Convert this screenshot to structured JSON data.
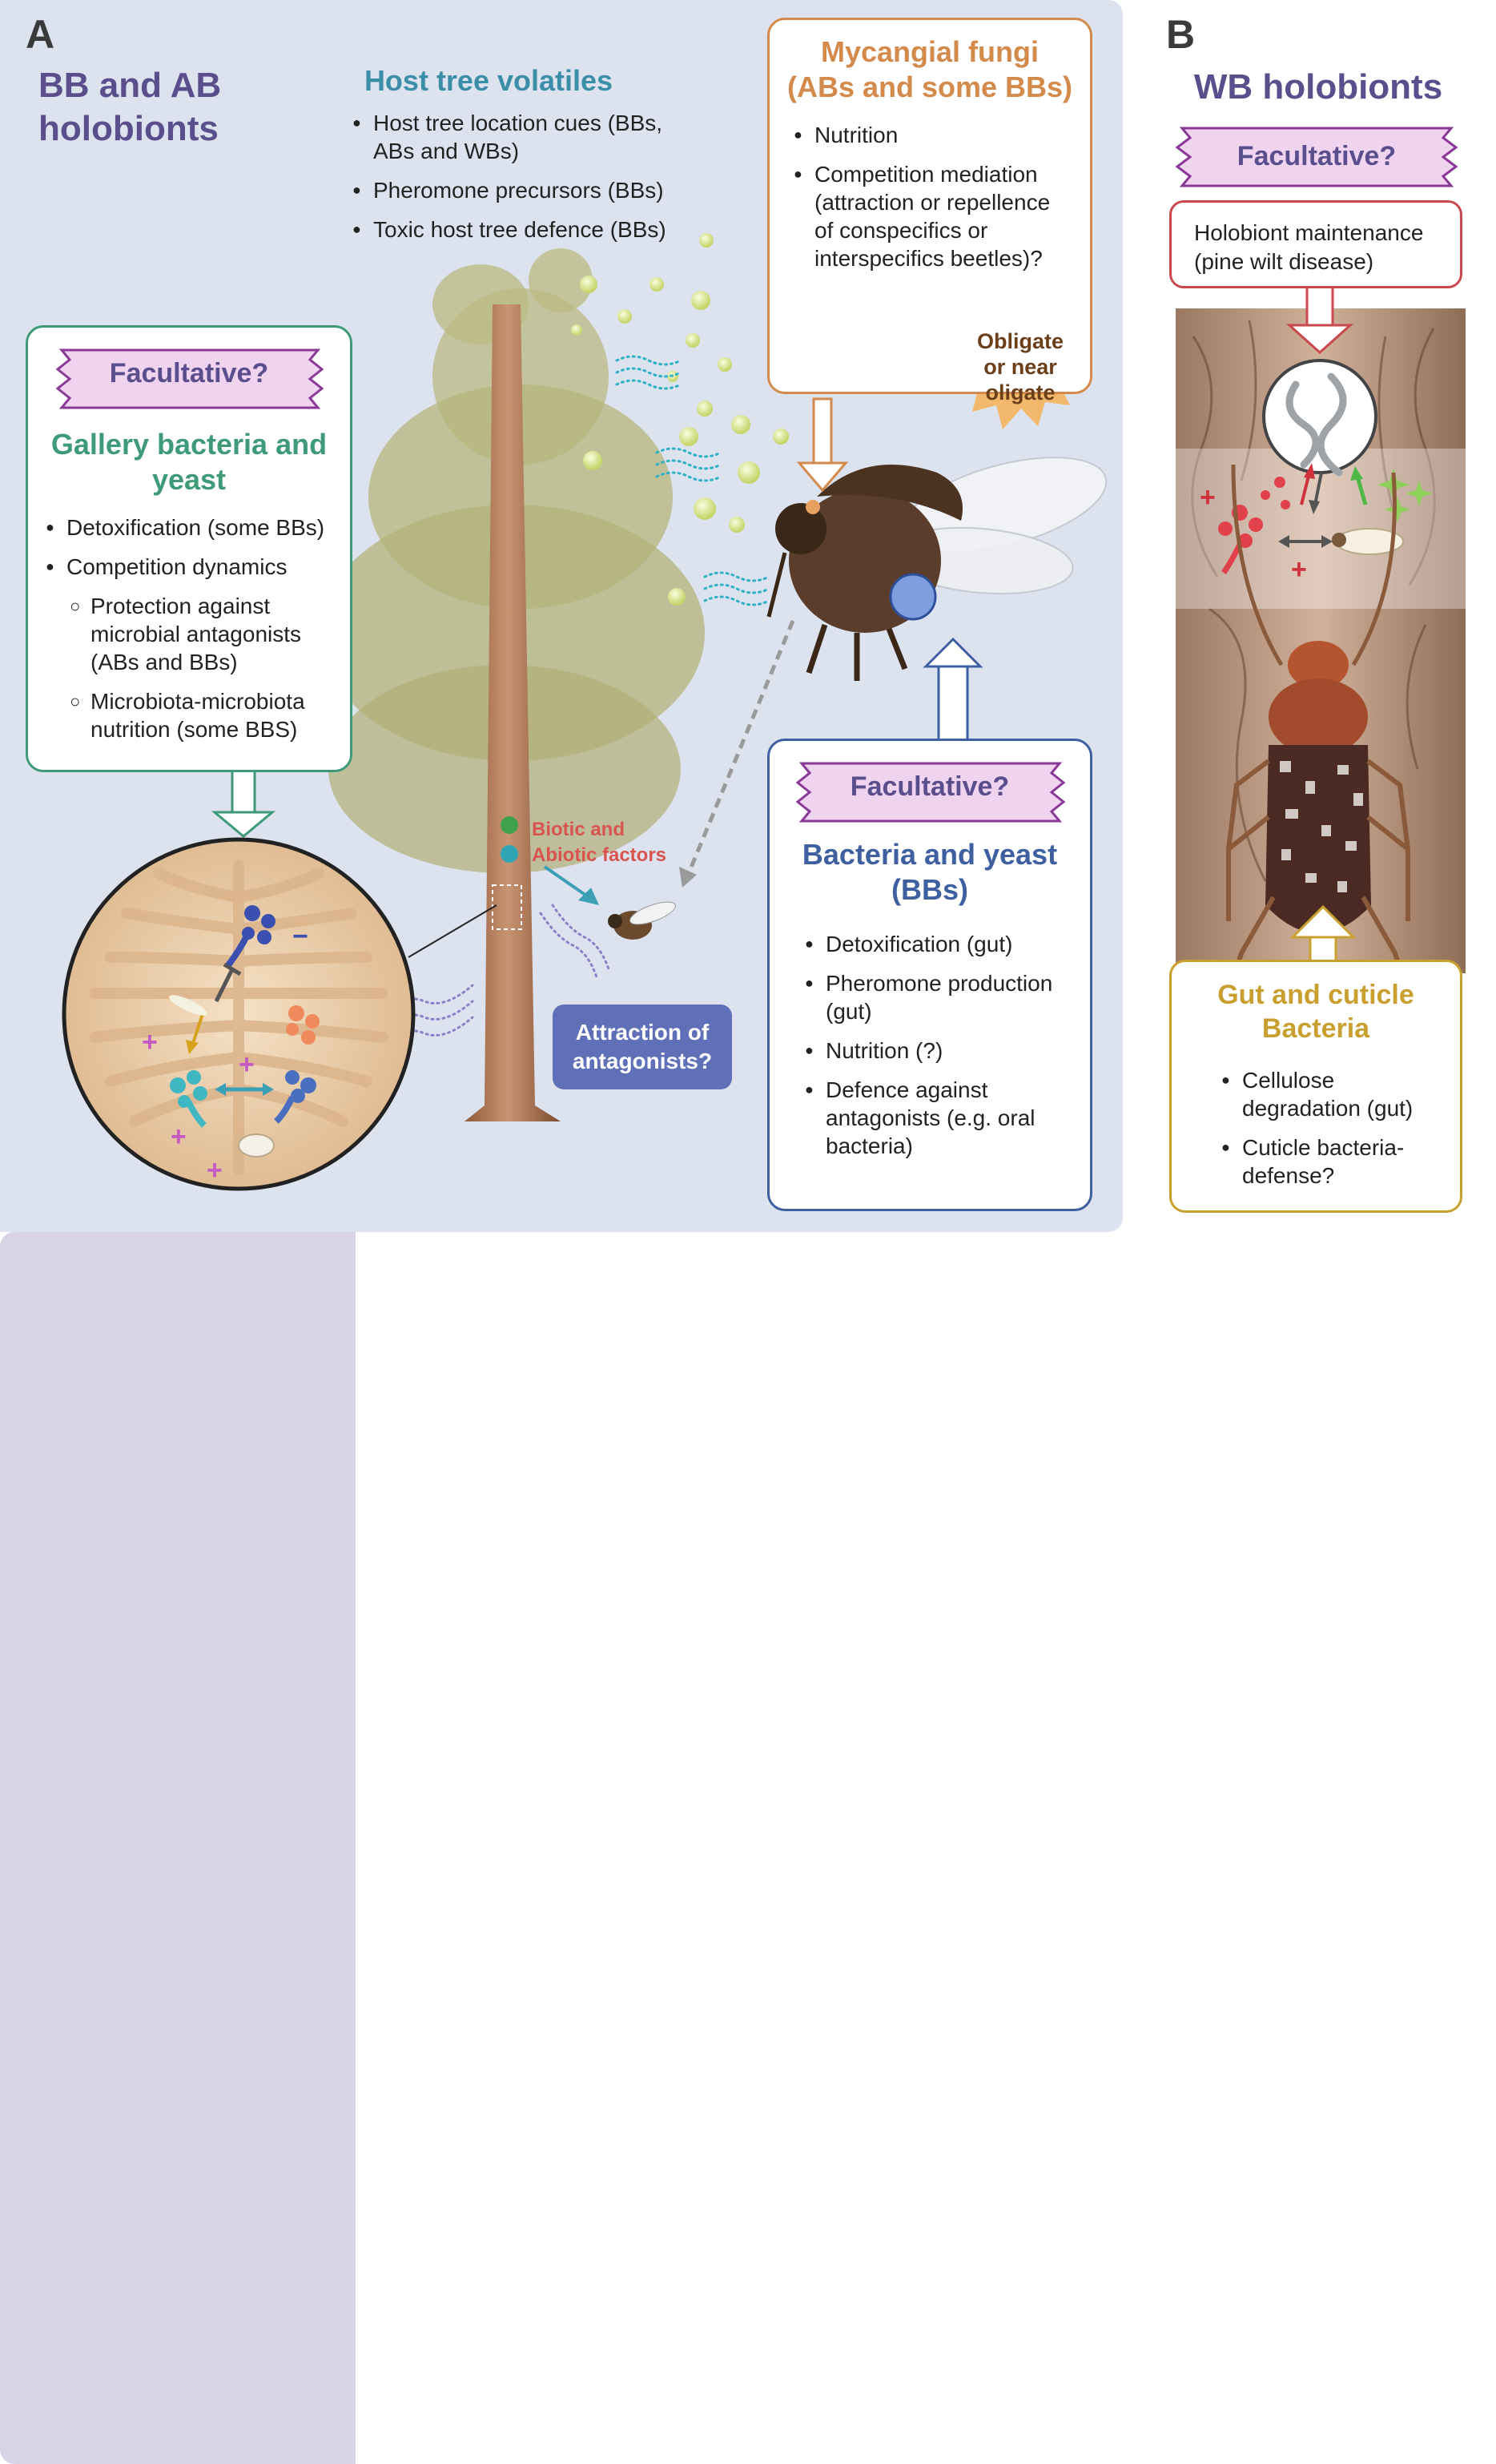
{
  "panel_a": {
    "letter": "A",
    "title_line1": "BB and AB",
    "title_line2": "holobionts"
  },
  "panel_b": {
    "letter": "B",
    "title": "WB holobionts"
  },
  "volatiles": {
    "title": "Host tree volatiles",
    "items": [
      "Host tree location cues (BBs, ABs and WBs)",
      "Pheromone precursors (BBs)",
      "Toxic host tree defence (BBs)"
    ]
  },
  "mycangial": {
    "title_line1": "Mycangial fungi",
    "title_line2": "(ABs and some BBs)",
    "items": [
      "Nutrition",
      "Competition mediation (attraction or repellence of conspecifics or interspecifics beetles)?"
    ],
    "burst_line1": "Obligate",
    "burst_line2": "or near",
    "burst_line3": "oligate"
  },
  "gallery": {
    "ribbon": "Facultative?",
    "title_line1": "Gallery bacteria and",
    "title_line2": "yeast",
    "items": [
      "Detoxification (some BBs)",
      "Competition dynamics"
    ],
    "subitems": [
      "Protection against microbial antagonists (ABs and BBs)",
      "Microbiota-microbiota nutrition (some BBS)"
    ]
  },
  "bacteria_bb": {
    "ribbon": "Facultative?",
    "title_line1": "Bacteria and yeast",
    "title_line2": "(BBs)",
    "items": [
      "Detoxification (gut)",
      "Pheromone production (gut)",
      "Nutrition (?)",
      "Defence against antagonists (e.g. oral bacteria)"
    ]
  },
  "factors": {
    "line1": "Biotic and",
    "line2": "Abiotic factors"
  },
  "antagonists": {
    "line1": "Attraction of",
    "line2": "antagonists?"
  },
  "wb": {
    "ribbon": "Facultative?",
    "maintenance_line1": "Holobiont maintenance",
    "maintenance_line2": "(pine wilt disease)",
    "gut_title_line1": "Gut and cuticle",
    "gut_title_line2": "Bacteria",
    "gut_items": [
      "Cellulose degradation (gut)",
      "Cuticle bacteria-defense?"
    ]
  },
  "symbols": {
    "plus": "+",
    "minus": "−"
  },
  "colors": {
    "panel_title": "#5a4f8c",
    "volatiles": "#3b8ea8",
    "mycangial": "#d38a4a",
    "gallery": "#3f9a78",
    "bacteria": "#3e5fa0",
    "ribbon_fill": "#efd3ef",
    "ribbon_stroke": "#8a3a96",
    "factors": "#d9534f",
    "antagonists_fill": "#5f6fb8",
    "wb_maintenance": "#c9484e",
    "wb_gut": "#c9a030"
  }
}
